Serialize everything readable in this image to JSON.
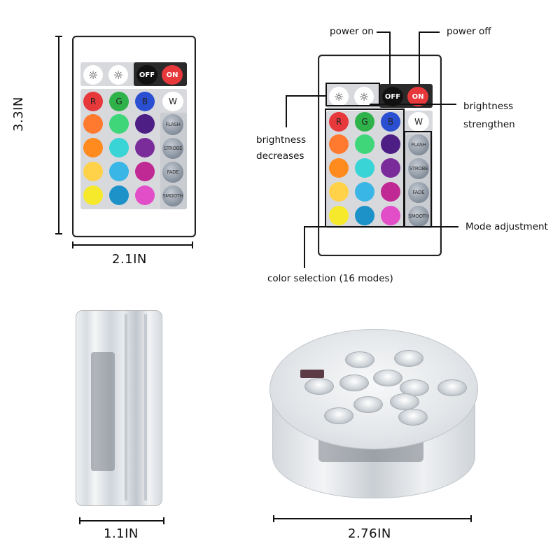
{
  "dimensions": {
    "remote_height": "3.3IN",
    "remote_width": "2.1IN",
    "light_thickness": "1.1IN",
    "light_diameter": "2.76IN"
  },
  "remote_buttons": {
    "off": "OFF",
    "on": "ON",
    "red": "R",
    "green": "G",
    "blue": "B",
    "white": "W",
    "modes": [
      "FLASH",
      "STROBE",
      "FADE",
      "SMOOTH"
    ]
  },
  "colors": {
    "grid": [
      "#f24a3a",
      "#2cc94a",
      "#1f78e0",
      "#ff7a2e",
      "#3fd67a",
      "#4d1e84",
      "#ff8a1e",
      "#39d4d6",
      "#7a2d9a",
      "#ffd24a",
      "#3ab6e6",
      "#c02893",
      "#f6e82a",
      "#1d92c8",
      "#e24dc8"
    ],
    "red_btn": "#e7383c",
    "green_btn": "#2fb24a",
    "blue_btn": "#2a4fd0"
  },
  "annotations": {
    "power_on": "power on",
    "power_off": "power off",
    "brightness_strengthen_1": "brightness",
    "brightness_strengthen_2": "strengthen",
    "brightness_decreases_1": "brightness",
    "brightness_decreases_2": "decreases",
    "mode_adjustment": "Mode adjustment",
    "color_selection": "color selection (16 modes)"
  }
}
